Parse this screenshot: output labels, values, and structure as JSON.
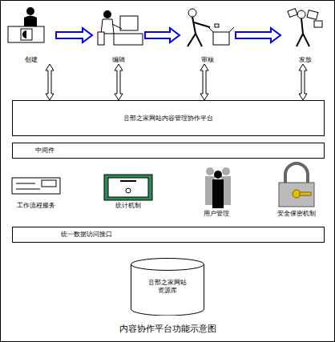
{
  "diagram": {
    "caption": "内容协作平台功能示意图",
    "nodes": [
      {
        "text": [
          "创建"
        ]
      },
      {
        "text": [
          "编辑"
        ]
      },
      {
        "text": [
          "审核"
        ]
      },
      {
        "text": [
          "发放"
        ]
      },
      {
        "text": [
          "音部之家网站内容管理协作平台"
        ]
      },
      {
        "text": [
          "中间件"
        ]
      },
      {
        "text": [
          "工作流程服务"
        ]
      },
      {
        "text": [
          "统计机制"
        ]
      },
      {
        "text": [
          "用户管理"
        ]
      },
      {
        "text": [
          "安全保密机制"
        ]
      },
      {
        "text": [
          "统一数据访问接口"
        ]
      },
      {
        "text": [
          "音部之家网站 资源库"
        ]
      }
    ],
    "edges": [
      {
        "from": 0,
        "to": 1,
        "arrow": "to"
      },
      {
        "from": 1,
        "to": 2,
        "arrow": "to"
      },
      {
        "from": 2,
        "to": 3,
        "arrow": "to"
      },
      {
        "from": 0,
        "to": 4,
        "arrow": "both"
      },
      {
        "from": 1,
        "to": 4,
        "arrow": "both"
      },
      {
        "from": 2,
        "to": 4,
        "arrow": "both"
      },
      {
        "from": 3,
        "to": 4,
        "arrow": "both"
      }
    ]
  }
}
